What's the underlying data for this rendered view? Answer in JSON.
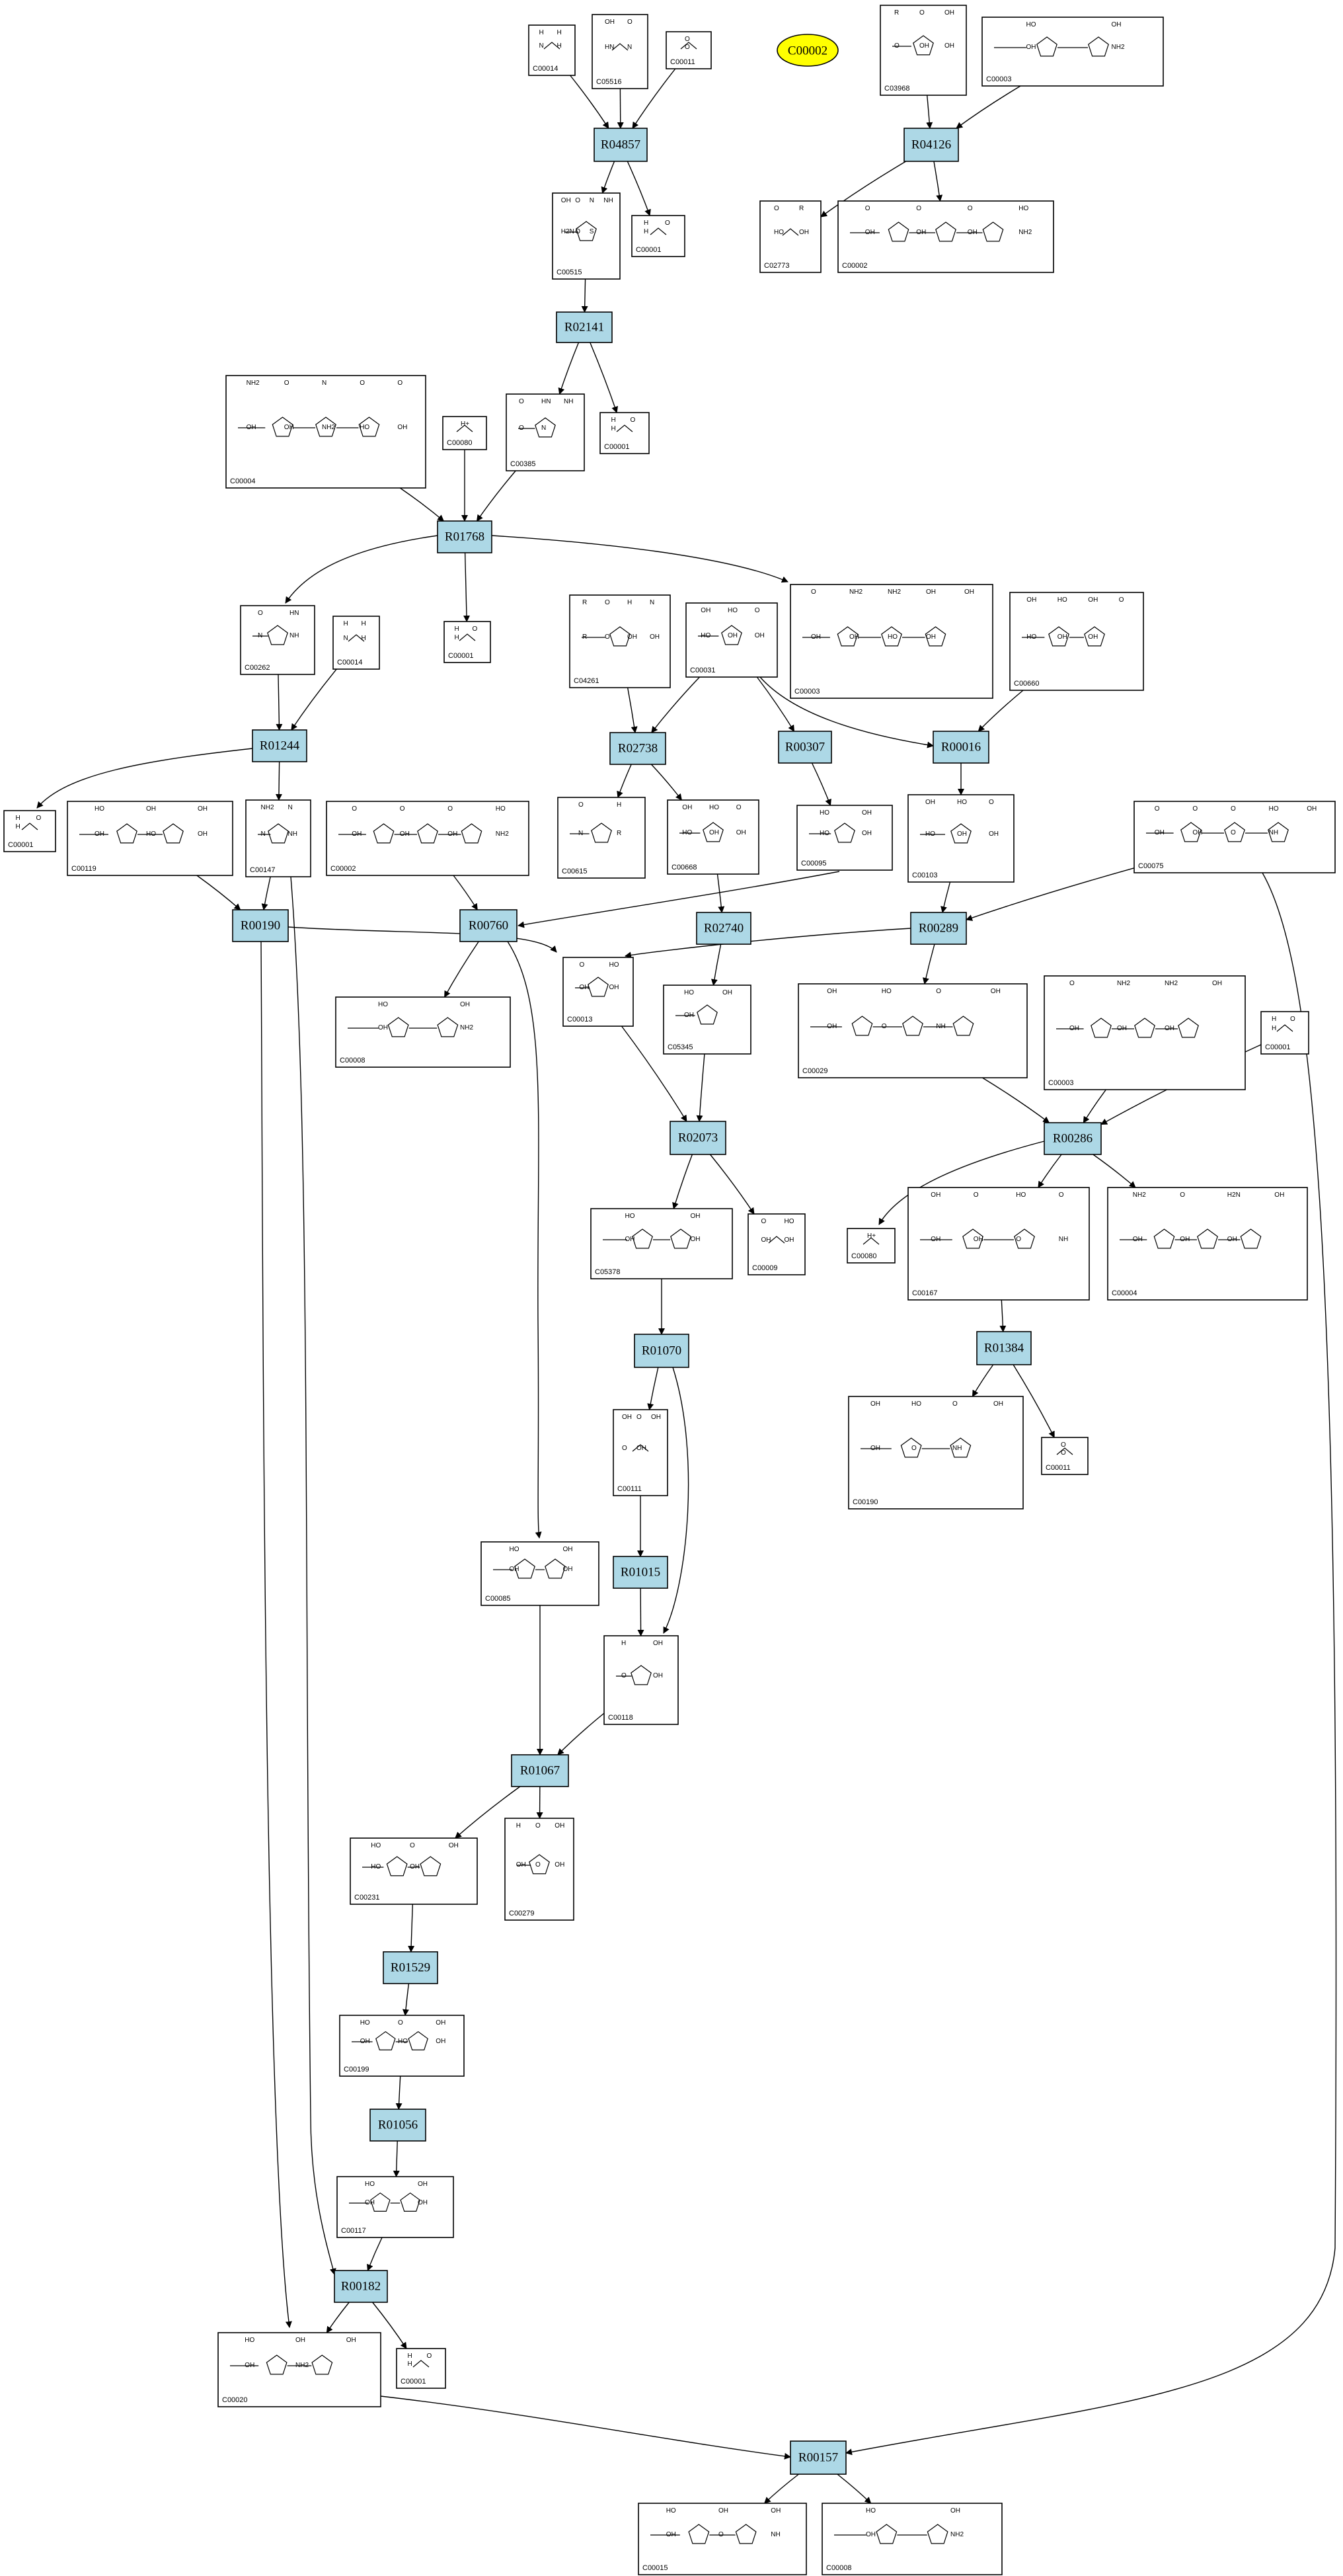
{
  "colors": {
    "reaction_fill": "#add8e6",
    "highlight_fill": "#ffff00",
    "line": "#000000",
    "background": "#ffffff"
  },
  "highlight": {
    "label": "C00002"
  },
  "compounds": [
    {
      "id": "c00014a",
      "label": "C00014",
      "atoms": [
        "H",
        "H",
        "N",
        "H"
      ]
    },
    {
      "id": "c05516",
      "label": "C05516",
      "atoms": [
        "OH",
        "O",
        "HN",
        "N"
      ]
    },
    {
      "id": "c00011a",
      "label": "C00011",
      "atoms": [
        "O",
        "O"
      ]
    },
    {
      "id": "c03968",
      "label": "C03968",
      "atoms": [
        "R",
        "O",
        "OH",
        "O",
        "OH",
        "OH"
      ]
    },
    {
      "id": "c00003a",
      "label": "C00003",
      "atoms": [
        "HO",
        "OH",
        "OH",
        "NH2"
      ]
    },
    {
      "id": "c00515",
      "label": "C00515",
      "atoms": [
        "OH",
        "O",
        "N",
        "NH",
        "H2N",
        "O",
        "S"
      ]
    },
    {
      "id": "c00001a",
      "label": "C00001",
      "atoms": [
        "H",
        "O",
        "H"
      ]
    },
    {
      "id": "c02773",
      "label": "C02773",
      "atoms": [
        "O",
        "R",
        "HO",
        "OH"
      ]
    },
    {
      "id": "c00002a",
      "label": "C00002",
      "atoms": [
        "O",
        "O",
        "O",
        "HO",
        "OH",
        "OH",
        "OH",
        "NH2"
      ]
    },
    {
      "id": "c00004a",
      "label": "C00004",
      "atoms": [
        "NH2",
        "O",
        "N",
        "O",
        "O",
        "OH",
        "OH",
        "NH2",
        "HO",
        "OH"
      ]
    },
    {
      "id": "c00080a",
      "label": "C00080",
      "atoms": [
        "H+"
      ]
    },
    {
      "id": "c00385",
      "label": "C00385",
      "atoms": [
        "O",
        "HN",
        "NH",
        "O",
        "N"
      ]
    },
    {
      "id": "c00001b",
      "label": "C00001",
      "atoms": [
        "H",
        "O",
        "H"
      ]
    },
    {
      "id": "c00262",
      "label": "C00262",
      "atoms": [
        "O",
        "HN",
        "N",
        "NH"
      ]
    },
    {
      "id": "c00014b",
      "label": "C00014",
      "atoms": [
        "H",
        "H",
        "N",
        "H"
      ]
    },
    {
      "id": "c00001c",
      "label": "C00001",
      "atoms": [
        "H",
        "O",
        "H"
      ]
    },
    {
      "id": "c04261",
      "label": "C04261",
      "atoms": [
        "R",
        "O",
        "H",
        "N",
        "R",
        "O",
        "OH",
        "OH"
      ]
    },
    {
      "id": "c00031",
      "label": "C00031",
      "atoms": [
        "OH",
        "HO",
        "O",
        "HO",
        "OH",
        "OH"
      ]
    },
    {
      "id": "c00003b",
      "label": "C00003",
      "atoms": [
        "O",
        "NH2",
        "NH2",
        "OH",
        "OH",
        "OH",
        "OH",
        "HO",
        "OH"
      ]
    },
    {
      "id": "c00660",
      "label": "C00660",
      "atoms": [
        "OH",
        "HO",
        "OH",
        "O",
        "HO",
        "OH",
        "OH"
      ]
    },
    {
      "id": "c00001d",
      "label": "C00001",
      "atoms": [
        "H",
        "O",
        "H"
      ]
    },
    {
      "id": "c00119",
      "label": "C00119",
      "atoms": [
        "HO",
        "OH",
        "OH",
        "OH",
        "HO",
        "OH"
      ]
    },
    {
      "id": "c00147",
      "label": "C00147",
      "atoms": [
        "NH2",
        "N",
        "N",
        "NH"
      ]
    },
    {
      "id": "c00002b",
      "label": "C00002",
      "atoms": [
        "O",
        "O",
        "O",
        "HO",
        "OH",
        "OH",
        "OH",
        "NH2"
      ]
    },
    {
      "id": "c00615",
      "label": "C00615",
      "atoms": [
        "O",
        "H",
        "N",
        "R"
      ]
    },
    {
      "id": "c00668",
      "label": "C00668",
      "atoms": [
        "OH",
        "HO",
        "O",
        "HO",
        "OH",
        "OH"
      ]
    },
    {
      "id": "c00095",
      "label": "C00095",
      "atoms": [
        "HO",
        "OH",
        "HO",
        "OH"
      ]
    },
    {
      "id": "c00103",
      "label": "C00103",
      "atoms": [
        "OH",
        "HO",
        "O",
        "HO",
        "OH",
        "OH"
      ]
    },
    {
      "id": "c00075",
      "label": "C00075",
      "atoms": [
        "O",
        "O",
        "O",
        "HO",
        "OH",
        "OH",
        "OH",
        "O",
        "NH"
      ]
    },
    {
      "id": "c00008",
      "label": "C00008",
      "atoms": [
        "HO",
        "OH",
        "OH",
        "NH2"
      ]
    },
    {
      "id": "c00013",
      "label": "C00013",
      "atoms": [
        "O",
        "HO",
        "OH",
        "OH"
      ]
    },
    {
      "id": "c05345",
      "label": "C05345",
      "atoms": [
        "HO",
        "OH",
        "OH"
      ]
    },
    {
      "id": "c00029",
      "label": "C00029",
      "atoms": [
        "OH",
        "HO",
        "O",
        "OH",
        "OH",
        "O",
        "NH"
      ]
    },
    {
      "id": "c00003c",
      "label": "C00003",
      "atoms": [
        "O",
        "NH2",
        "NH2",
        "OH",
        "OH",
        "OH",
        "OH"
      ]
    },
    {
      "id": "c00001e",
      "label": "C00001",
      "atoms": [
        "H",
        "O",
        "H"
      ]
    },
    {
      "id": "c05378",
      "label": "C05378",
      "atoms": [
        "HO",
        "OH",
        "OH",
        "OH"
      ]
    },
    {
      "id": "c00009",
      "label": "C00009",
      "atoms": [
        "O",
        "HO",
        "OH",
        "OH"
      ]
    },
    {
      "id": "c00080b",
      "label": "C00080",
      "atoms": [
        "H+"
      ]
    },
    {
      "id": "c00167",
      "label": "C00167",
      "atoms": [
        "OH",
        "O",
        "HO",
        "O",
        "OH",
        "OH",
        "O",
        "NH"
      ]
    },
    {
      "id": "c00004b",
      "label": "C00004",
      "atoms": [
        "NH2",
        "O",
        "H2N",
        "OH",
        "OH",
        "OH",
        "OH"
      ]
    },
    {
      "id": "c00111",
      "label": "C00111",
      "atoms": [
        "OH",
        "O",
        "OH",
        "O",
        "OH"
      ]
    },
    {
      "id": "c00190",
      "label": "C00190",
      "atoms": [
        "OH",
        "HO",
        "O",
        "OH",
        "OH",
        "O",
        "NH"
      ]
    },
    {
      "id": "c00011b",
      "label": "C00011",
      "atoms": [
        "O",
        "O"
      ]
    },
    {
      "id": "c00085",
      "label": "C00085",
      "atoms": [
        "HO",
        "OH",
        "OH",
        "OH"
      ]
    },
    {
      "id": "c00118",
      "label": "C00118",
      "atoms": [
        "H",
        "OH",
        "O",
        "OH"
      ]
    },
    {
      "id": "c00231",
      "label": "C00231",
      "atoms": [
        "HO",
        "O",
        "OH",
        "HO",
        "OH"
      ]
    },
    {
      "id": "c00279",
      "label": "C00279",
      "atoms": [
        "H",
        "O",
        "OH",
        "OH",
        "O",
        "OH"
      ]
    },
    {
      "id": "c00199",
      "label": "C00199",
      "atoms": [
        "HO",
        "O",
        "OH",
        "OH",
        "HO",
        "OH"
      ]
    },
    {
      "id": "c00117",
      "label": "C00117",
      "atoms": [
        "HO",
        "OH",
        "OH",
        "OH"
      ]
    },
    {
      "id": "c00020",
      "label": "C00020",
      "atoms": [
        "HO",
        "OH",
        "OH",
        "OH",
        "NH2"
      ]
    },
    {
      "id": "c00001f",
      "label": "C00001",
      "atoms": [
        "H",
        "O",
        "H"
      ]
    },
    {
      "id": "c00015",
      "label": "C00015",
      "atoms": [
        "HO",
        "OH",
        "OH",
        "OH",
        "O",
        "NH"
      ]
    },
    {
      "id": "c00008b",
      "label": "C00008",
      "atoms": [
        "HO",
        "OH",
        "OH",
        "NH2"
      ]
    }
  ],
  "reactions": [
    {
      "id": "r04857",
      "label": "R04857"
    },
    {
      "id": "r04126",
      "label": "R04126"
    },
    {
      "id": "r02141",
      "label": "R02141"
    },
    {
      "id": "r01768",
      "label": "R01768"
    },
    {
      "id": "r01244",
      "label": "R01244"
    },
    {
      "id": "r02738",
      "label": "R02738"
    },
    {
      "id": "r00307",
      "label": "R00307"
    },
    {
      "id": "r00016",
      "label": "R00016"
    },
    {
      "id": "r00190",
      "label": "R00190"
    },
    {
      "id": "r00760",
      "label": "R00760"
    },
    {
      "id": "r02740",
      "label": "R02740"
    },
    {
      "id": "r00289",
      "label": "R00289"
    },
    {
      "id": "r02073",
      "label": "R02073"
    },
    {
      "id": "r00286",
      "label": "R00286"
    },
    {
      "id": "r01070",
      "label": "R01070"
    },
    {
      "id": "r01384",
      "label": "R01384"
    },
    {
      "id": "r01015",
      "label": "R01015"
    },
    {
      "id": "r01067",
      "label": "R01067"
    },
    {
      "id": "r01529",
      "label": "R01529"
    },
    {
      "id": "r01056",
      "label": "R01056"
    },
    {
      "id": "r00182",
      "label": "R00182"
    },
    {
      "id": "r00157",
      "label": "R00157"
    }
  ],
  "edges": [
    [
      "c00014a",
      "r04857"
    ],
    [
      "c05516",
      "r04857"
    ],
    [
      "c00011a",
      "r04857"
    ],
    [
      "r04857",
      "c00515"
    ],
    [
      "r04857",
      "c00001a"
    ],
    [
      "c03968",
      "r04126"
    ],
    [
      "c00003a",
      "r04126"
    ],
    [
      "r04126",
      "c02773"
    ],
    [
      "r04126",
      "c00002a"
    ],
    [
      "c00515",
      "r02141"
    ],
    [
      "r02141",
      "c00385"
    ],
    [
      "r02141",
      "c00001b"
    ],
    [
      "c00004a",
      "r01768"
    ],
    [
      "c00080a",
      "r01768"
    ],
    [
      "c00385",
      "r01768"
    ],
    [
      "r01768",
      "c00262"
    ],
    [
      "r01768",
      "c00001c"
    ],
    [
      "r01768",
      "c00003b"
    ],
    [
      "c00262",
      "r01244"
    ],
    [
      "c00014b",
      "r01244"
    ],
    [
      "r01244",
      "c00001d"
    ],
    [
      "r01244",
      "c00147"
    ],
    [
      "c04261",
      "r02738"
    ],
    [
      "c00031",
      "r02738"
    ],
    [
      "r02738",
      "c00615"
    ],
    [
      "r02738",
      "c00668"
    ],
    [
      "c00031",
      "r00307"
    ],
    [
      "r00307",
      "c00095"
    ],
    [
      "c00031",
      "r00016"
    ],
    [
      "c00660",
      "r00016"
    ],
    [
      "r00016",
      "c00103"
    ],
    [
      "c00119",
      "r00190"
    ],
    [
      "c00147",
      "r00190"
    ],
    [
      "r00190",
      "c00013"
    ],
    [
      "r00190",
      "c00020"
    ],
    [
      "c00002b",
      "r00760"
    ],
    [
      "c00095",
      "r00760"
    ],
    [
      "r00760",
      "c00008"
    ],
    [
      "r00760",
      "c00085"
    ],
    [
      "c00668",
      "r02740"
    ],
    [
      "r02740",
      "c05345"
    ],
    [
      "c00103",
      "r00289"
    ],
    [
      "c00075",
      "r00289"
    ],
    [
      "r00289",
      "c00013"
    ],
    [
      "r00289",
      "c00029"
    ],
    [
      "c00013",
      "r02073"
    ],
    [
      "c05345",
      "r02073"
    ],
    [
      "r02073",
      "c05378"
    ],
    [
      "r02073",
      "c00009"
    ],
    [
      "c00029",
      "r00286"
    ],
    [
      "c00003c",
      "r00286"
    ],
    [
      "c00001e",
      "r00286"
    ],
    [
      "r00286",
      "c00080b"
    ],
    [
      "r00286",
      "c00167"
    ],
    [
      "r00286",
      "c00004b"
    ],
    [
      "c05378",
      "r01070"
    ],
    [
      "r01070",
      "c00111"
    ],
    [
      "r01070",
      "c00118"
    ],
    [
      "c00167",
      "r01384"
    ],
    [
      "r01384",
      "c00190"
    ],
    [
      "r01384",
      "c00011b"
    ],
    [
      "c00111",
      "r01015"
    ],
    [
      "r01015",
      "c00118"
    ],
    [
      "c00085",
      "r01067"
    ],
    [
      "c00118",
      "r01067"
    ],
    [
      "r01067",
      "c00231"
    ],
    [
      "r01067",
      "c00279"
    ],
    [
      "c00231",
      "r01529"
    ],
    [
      "r01529",
      "c00199"
    ],
    [
      "c00199",
      "r01056"
    ],
    [
      "r01056",
      "c00117"
    ],
    [
      "c00117",
      "r00182"
    ],
    [
      "c00147",
      "r00182"
    ],
    [
      "r00182",
      "c00020"
    ],
    [
      "r00182",
      "c00001f"
    ],
    [
      "c00020",
      "r00157"
    ],
    [
      "c00075",
      "r00157"
    ],
    [
      "r00157",
      "c00015"
    ],
    [
      "r00157",
      "c00008b"
    ]
  ]
}
